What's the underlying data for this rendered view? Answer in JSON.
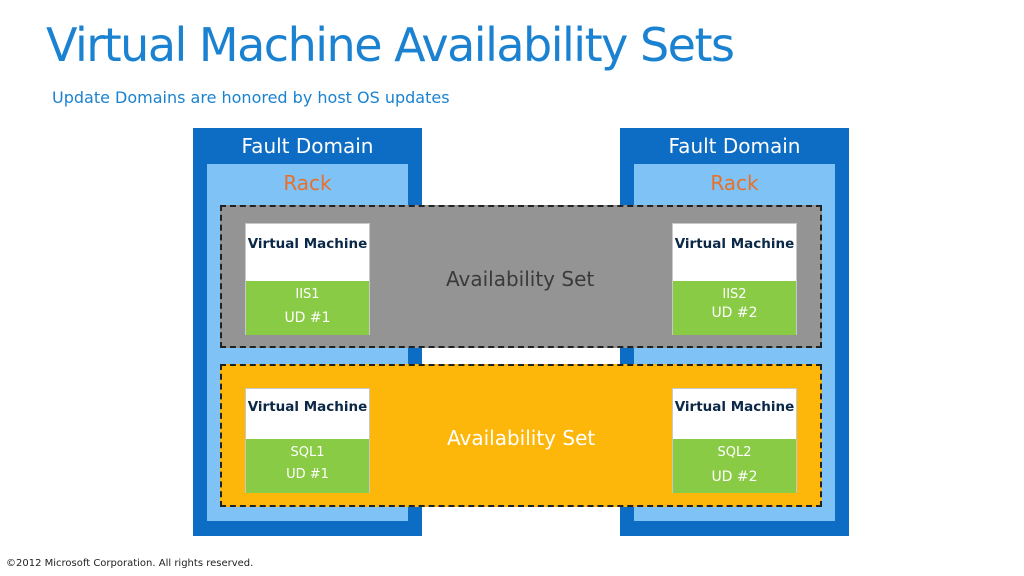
{
  "slide": {
    "title": "Virtual Machine Availability Sets",
    "subtitle": "Update Domains are honored by host OS updates",
    "footer": "©2012 Microsoft Corporation. All rights reserved."
  },
  "fault_domains": [
    {
      "label": "Fault Domain",
      "rack_label": "Rack"
    },
    {
      "label": "Fault Domain",
      "rack_label": "Rack"
    }
  ],
  "availability_sets": [
    {
      "label": "Availability Set",
      "color": "#949494",
      "vms": [
        {
          "title": "Virtual Machine",
          "name": "IIS1",
          "ud": "UD #1"
        },
        {
          "title": "Virtual Machine",
          "name": "IIS2",
          "ud": "UD #2"
        }
      ]
    },
    {
      "label": "Availability Set",
      "color": "#fdb60a",
      "vms": [
        {
          "title": "Virtual Machine",
          "name": "SQL1",
          "ud": "UD #1"
        },
        {
          "title": "Virtual Machine",
          "name": "SQL2",
          "ud": "UD #2"
        }
      ]
    }
  ],
  "colors": {
    "title": "#1a82d0",
    "fault_domain": "#0d6cc4",
    "rack": "#7fc3f6",
    "rack_label": "#e8702a",
    "vm_green": "#8acb46"
  }
}
